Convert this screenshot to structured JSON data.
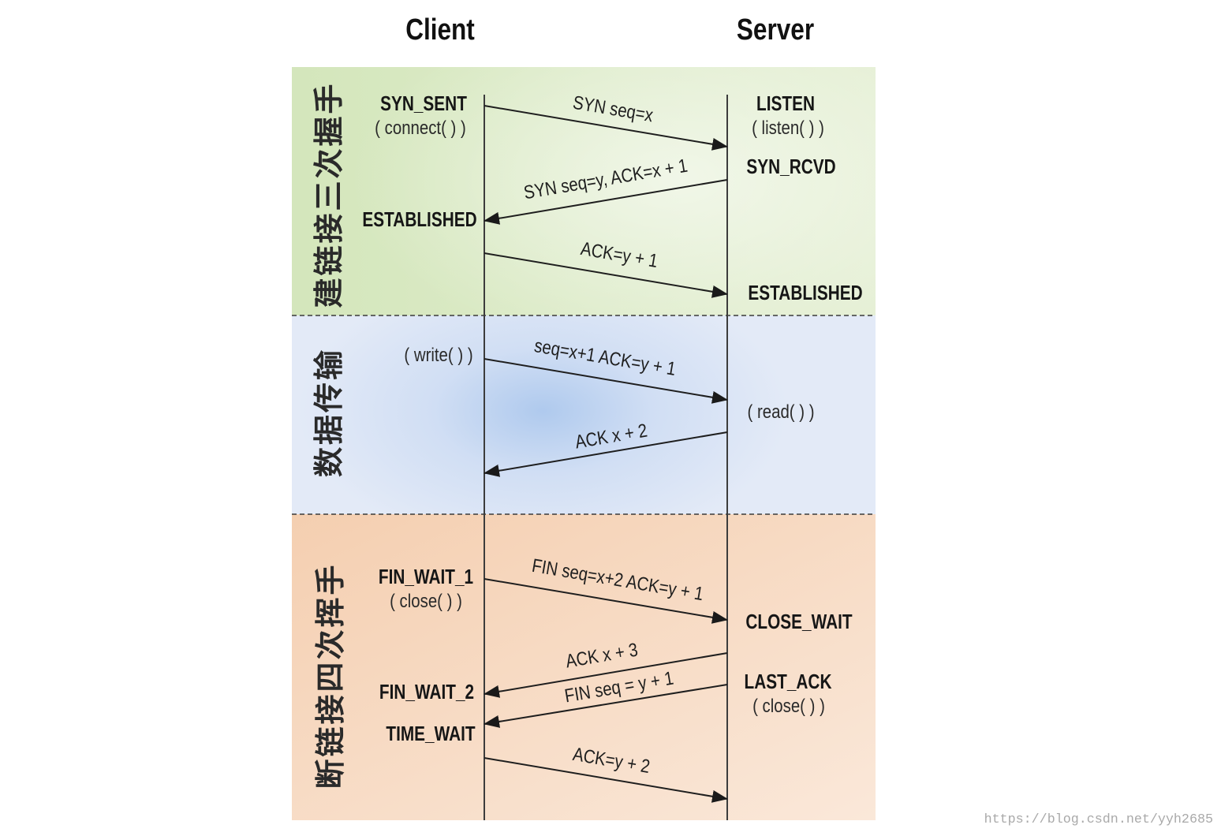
{
  "header": {
    "client": "Client",
    "server": "Server"
  },
  "phases": {
    "handshake": {
      "title": "建链接三次握手",
      "color": "#e1edce",
      "client": {
        "syn_sent": "SYN_SENT",
        "connect_call": "( connect( ) )",
        "established": "ESTABLISHED"
      },
      "server": {
        "listen": "LISTEN",
        "listen_call": "( listen( ) )",
        "syn_rcvd": "SYN_RCVD",
        "established": "ESTABLISHED"
      },
      "messages": [
        "SYN seq=x",
        "SYN seq=y, ACK=x + 1",
        "ACK=y + 1"
      ]
    },
    "transfer": {
      "title": "数据传输",
      "color": "#e3eaf7",
      "client": {
        "write_call": "( write( ) )"
      },
      "server": {
        "read_call": "( read( ) )"
      },
      "messages": [
        "seq=x+1 ACK=y + 1",
        "ACK x + 2"
      ]
    },
    "teardown": {
      "title": "断链接四次挥手",
      "color": "#f8dec9",
      "client": {
        "fin_wait_1": "FIN_WAIT_1",
        "close_call": "( close( ) )",
        "fin_wait_2": "FIN_WAIT_2",
        "time_wait": "TIME_WAIT"
      },
      "server": {
        "close_wait": "CLOSE_WAIT",
        "last_ack": "LAST_ACK",
        "close_call": "( close( ) )"
      },
      "messages": [
        "FIN seq=x+2 ACK=y + 1",
        "ACK x + 3",
        "FIN seq = y + 1",
        "ACK=y + 2"
      ]
    }
  },
  "watermark": "https://blog.csdn.net/yyh2685"
}
